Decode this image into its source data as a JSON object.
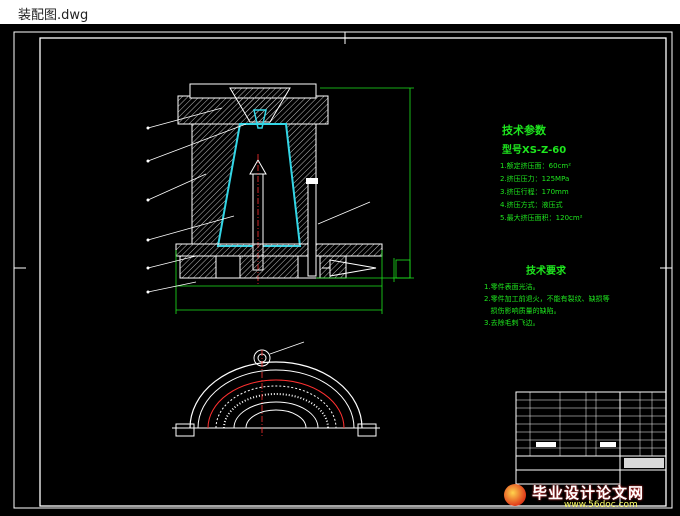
{
  "window": {
    "title": "装配图.dwg"
  },
  "tech_params": {
    "title": "技术参数",
    "model": "型号XS-Z-60",
    "items": [
      "1.额定挤压面：60cm²",
      "2.挤压压力：125MPa",
      "3.挤压行程：170mm",
      "4.挤压方式：液压式",
      "5.最大挤压面积：120cm²"
    ]
  },
  "tech_requirements": {
    "title": "技术要求",
    "items": [
      "1.零件表面光洁。",
      "2.零件加工前退火，不能有裂纹、缺损等",
      "   损伤影响质量的缺陷。",
      "3.去除毛刺飞边。"
    ]
  },
  "watermark": {
    "text": "毕业设计论文网",
    "url": "www.56doc.com"
  },
  "colors": {
    "frame": "#ffffff",
    "part": "#ffffff",
    "hatch": "#c8c8c8",
    "cyan": "#33d6e6",
    "green": "#1ee61e",
    "yellow": "#ffff33",
    "red": "#ff3030"
  }
}
